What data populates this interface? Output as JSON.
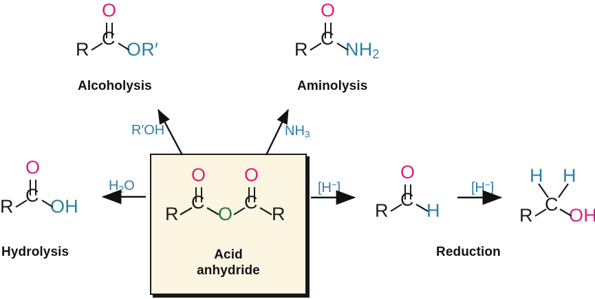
{
  "diagram": {
    "title_center": "Acid anhydride",
    "center_label_line1": "Acid",
    "center_label_line2": "anhydride",
    "colors": {
      "carbonyl_oxygen": "#d6207f",
      "bridging_oxygen": "#1f7a3d",
      "heteroatom_blue": "#2b7fa4",
      "carbon_black": "#1a1a1a",
      "box_fill": "#fbf5e2",
      "box_border": "#1a1a1a",
      "background": "#ffffff"
    }
  },
  "center": {
    "atoms": {
      "o_left": "O",
      "o_right": "O",
      "c_left": "C",
      "c_right": "C",
      "o_bridge": "O",
      "r_left": "R",
      "r_right": "R"
    },
    "caption_line1": "Acid",
    "caption_line2": "anhydride"
  },
  "alcoholysis": {
    "caption": "Alcoholysis",
    "atoms": {
      "o_double": "O",
      "c": "C",
      "r": "R",
      "or_prime": "OR′"
    },
    "reagent": "R′OH",
    "arrow": "diagonal-up-left-arrow"
  },
  "aminolysis": {
    "caption": "Aminolysis",
    "atoms": {
      "o_double": "O",
      "c": "C",
      "r": "R",
      "nh2_symbol": "NH",
      "nh2_subscript": "2"
    },
    "reagent_symbol": "NH",
    "reagent_subscript": "3",
    "arrow": "diagonal-up-right-arrow"
  },
  "hydrolysis": {
    "caption": "Hydrolysis",
    "atoms": {
      "o_double": "O",
      "c": "C",
      "r": "R",
      "oh": "OH"
    },
    "reagent_symbol_pre": "H",
    "reagent_subscript": "2",
    "reagent_symbol_post": "O",
    "arrow": "left-arrow"
  },
  "aldehyde": {
    "atoms": {
      "o_double": "O",
      "c": "C",
      "r": "R",
      "h": "H"
    },
    "reagent_open": "[H",
    "reagent_superscript": "−",
    "reagent_close": "]",
    "arrow": "right-arrow"
  },
  "reduction": {
    "caption": "Reduction",
    "atoms": {
      "h_left": "H",
      "h_right": "H",
      "c": "C",
      "r": "R",
      "oh": "OH"
    },
    "reagent_open": "[H",
    "reagent_superscript": "−",
    "reagent_close": "]",
    "arrow": "right-arrow"
  }
}
